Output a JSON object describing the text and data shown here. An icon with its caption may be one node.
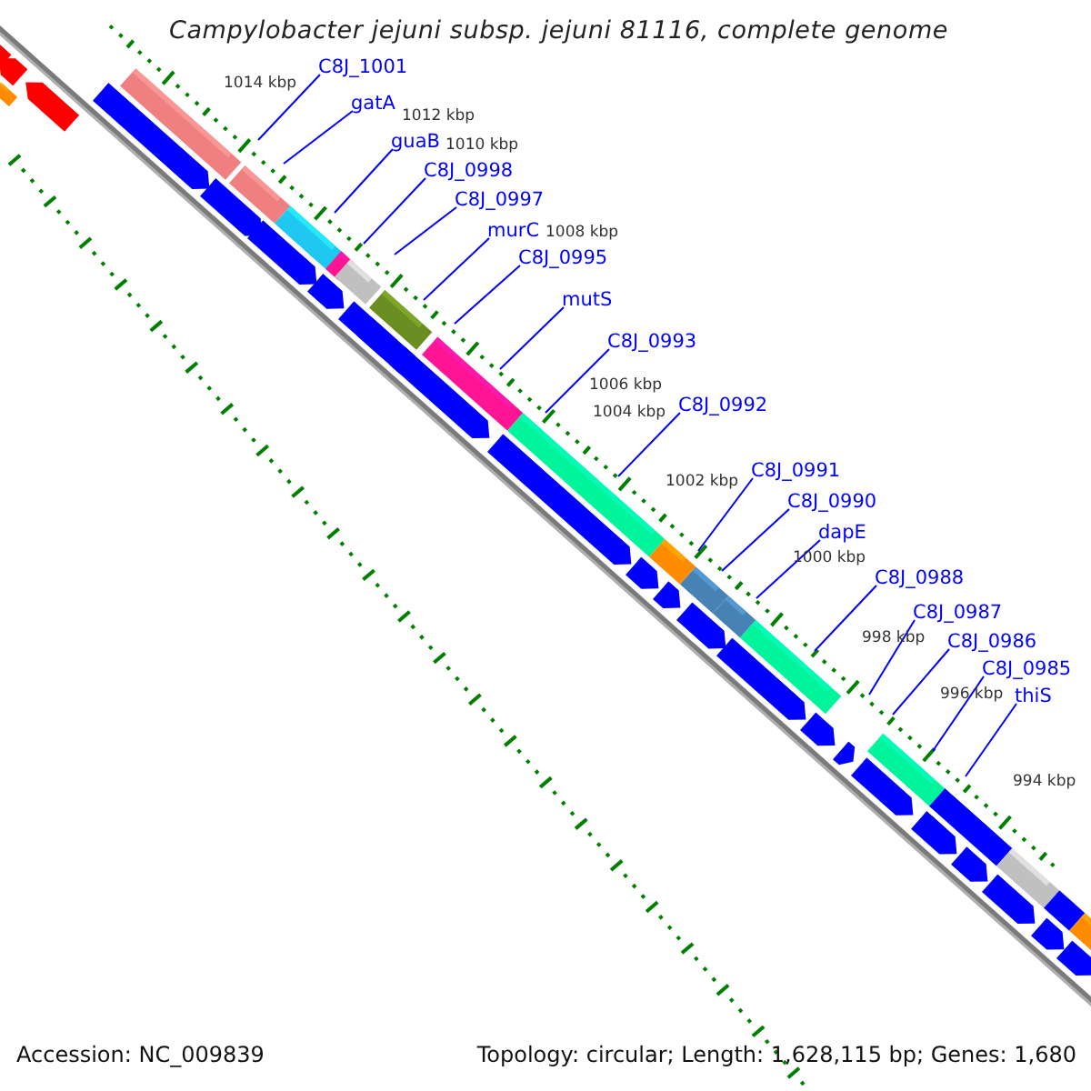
{
  "diagram": {
    "title": "Campylobacter jejuni subsp. jejuni 81116, complete genome",
    "nodes": [
      {
        "text": [
          "C8J_1001"
        ]
      },
      {
        "text": [
          "gatA"
        ]
      },
      {
        "text": [
          "guaB"
        ]
      },
      {
        "text": [
          "C8J_0998"
        ]
      },
      {
        "text": [
          "C8J_0997"
        ]
      },
      {
        "text": [
          "murC"
        ]
      },
      {
        "text": [
          "C8J_0995"
        ]
      },
      {
        "text": [
          "mutS"
        ]
      },
      {
        "text": [
          "C8J_0993"
        ]
      },
      {
        "text": [
          "C8J_0992"
        ]
      },
      {
        "text": [
          "C8J_0991"
        ]
      },
      {
        "text": [
          "C8J_0990"
        ]
      },
      {
        "text": [
          "dapE"
        ]
      },
      {
        "text": [
          "C8J_0988"
        ]
      },
      {
        "text": [
          "C8J_0987"
        ]
      },
      {
        "text": [
          "C8J_0986"
        ]
      },
      {
        "text": [
          "C8J_0985"
        ]
      },
      {
        "text": [
          "thiS"
        ]
      }
    ],
    "edges": [
      {
        "from": 0,
        "to": null,
        "arrow": "none"
      },
      {
        "from": 1,
        "to": null,
        "arrow": "none"
      },
      {
        "from": 2,
        "to": null,
        "arrow": "none"
      },
      {
        "from": 3,
        "to": null,
        "arrow": "none"
      },
      {
        "from": 4,
        "to": null,
        "arrow": "none"
      },
      {
        "from": 5,
        "to": null,
        "arrow": "none"
      },
      {
        "from": 6,
        "to": null,
        "arrow": "none"
      },
      {
        "from": 7,
        "to": null,
        "arrow": "none"
      },
      {
        "from": 8,
        "to": null,
        "arrow": "none"
      },
      {
        "from": 9,
        "to": null,
        "arrow": "none"
      },
      {
        "from": 10,
        "to": null,
        "arrow": "none"
      },
      {
        "from": 11,
        "to": null,
        "arrow": "none"
      },
      {
        "from": 12,
        "to": null,
        "arrow": "none"
      },
      {
        "from": 13,
        "to": null,
        "arrow": "none"
      },
      {
        "from": 14,
        "to": null,
        "arrow": "none"
      },
      {
        "from": 15,
        "to": null,
        "arrow": "none"
      },
      {
        "from": 16,
        "to": null,
        "arrow": "none"
      },
      {
        "from": 17,
        "to": null,
        "arrow": "none"
      }
    ],
    "labels": [
      "1014 kbp",
      "1012 kbp",
      "1010 kbp",
      "1008 kbp",
      "1006 kbp",
      "1004 kbp",
      "1002 kbp",
      "1000 kbp",
      "998 kbp",
      "996 kbp",
      "994 kbp",
      "Accession: NC_009839",
      "Topology: circular; Length: 1,628,115 bp; Genes: 1,680"
    ]
  }
}
